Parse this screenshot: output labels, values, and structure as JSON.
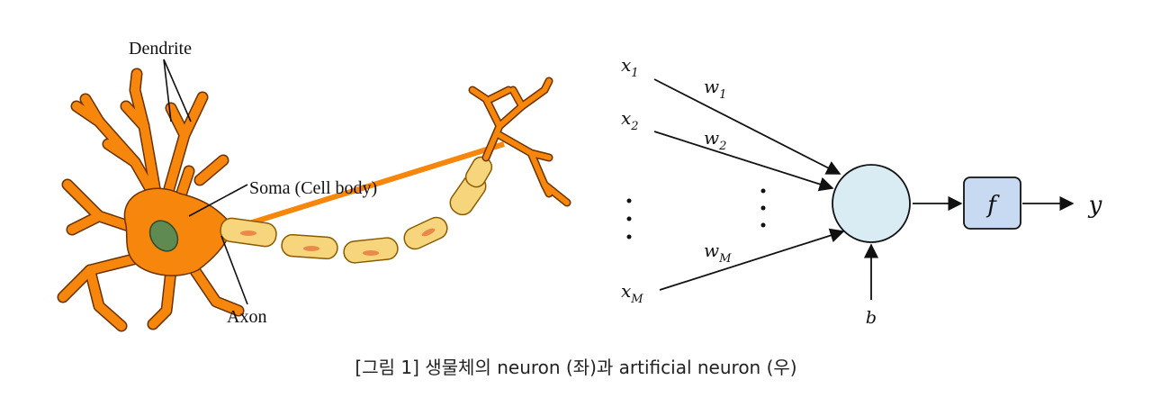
{
  "biological": {
    "labels": {
      "dendrite": "Dendrite",
      "soma": "Soma (Cell body)",
      "axon": "Axon"
    }
  },
  "artificial": {
    "inputs": [
      {
        "var": "x",
        "sub": "1",
        "weight_var": "w",
        "weight_sub": "1"
      },
      {
        "var": "x",
        "sub": "2",
        "weight_var": "w",
        "weight_sub": "2"
      },
      {
        "var": "x",
        "sub": "M",
        "weight_var": "w",
        "weight_sub": "M"
      }
    ],
    "bias": "b",
    "activation": "f",
    "output": "y"
  },
  "colors": {
    "neuron_orange": "#f7860d",
    "neuron_outline": "#6b3100",
    "nucleus_green": "#5f8a52",
    "myelin_yellow": "#f6d57c",
    "node_fill": "#d9ecf4",
    "activation_fill": "#c8d9f2"
  },
  "caption": "[그림 1] 생물체의 neuron (좌)과 artificial neuron (우)"
}
